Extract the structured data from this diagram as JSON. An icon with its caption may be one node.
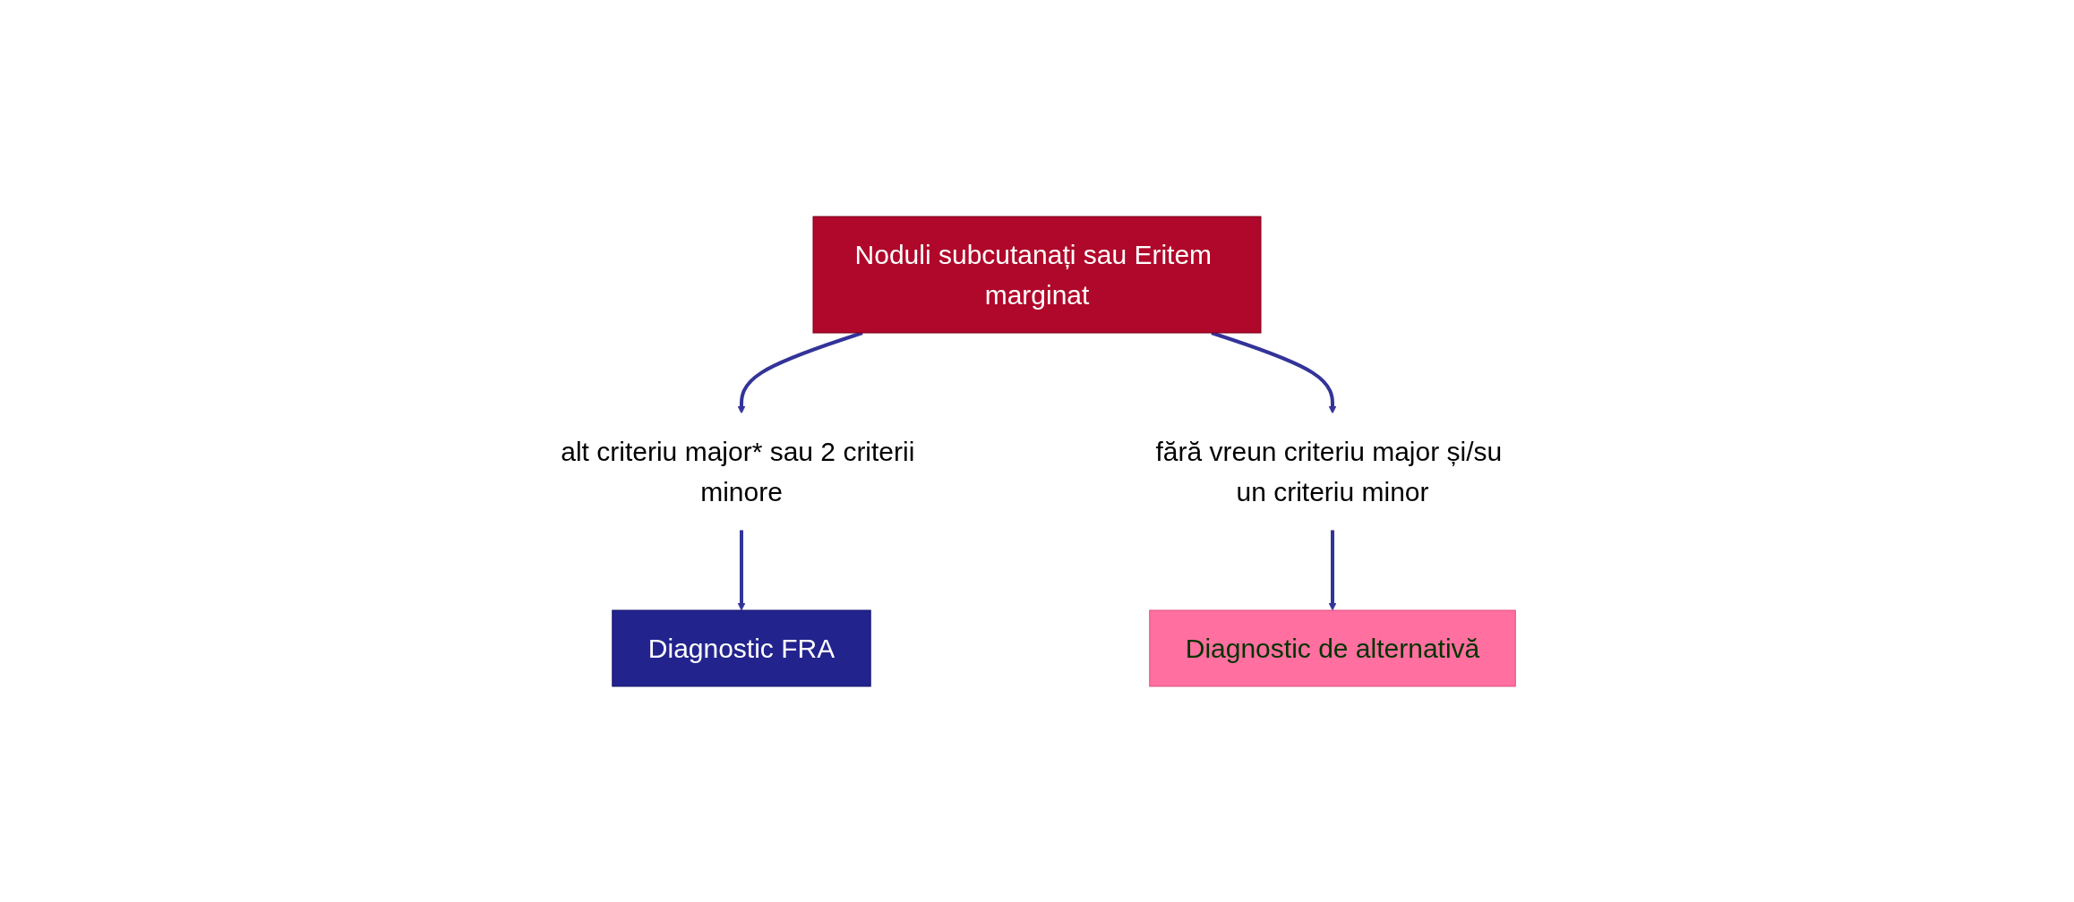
{
  "diagram": {
    "nodes": [
      {
        "text": [
          "Noduli subcutanați sau Eritem marginat"
        ]
      },
      {
        "text": [
          "alt criteriu major* sau 2 criterii minore"
        ]
      },
      {
        "text": [
          "fără vreun criteriu major și/su un criteriu minor"
        ]
      },
      {
        "text": [
          "Diagnostic FRA"
        ]
      },
      {
        "text": [
          "Diagnostic de alternativă"
        ]
      }
    ],
    "edges": [
      {
        "from": 0,
        "to": 1,
        "arrow": "to"
      },
      {
        "from": 0,
        "to": 2,
        "arrow": "to"
      },
      {
        "from": 1,
        "to": 3,
        "arrow": "to"
      },
      {
        "from": 2,
        "to": 4,
        "arrow": "to"
      }
    ]
  }
}
